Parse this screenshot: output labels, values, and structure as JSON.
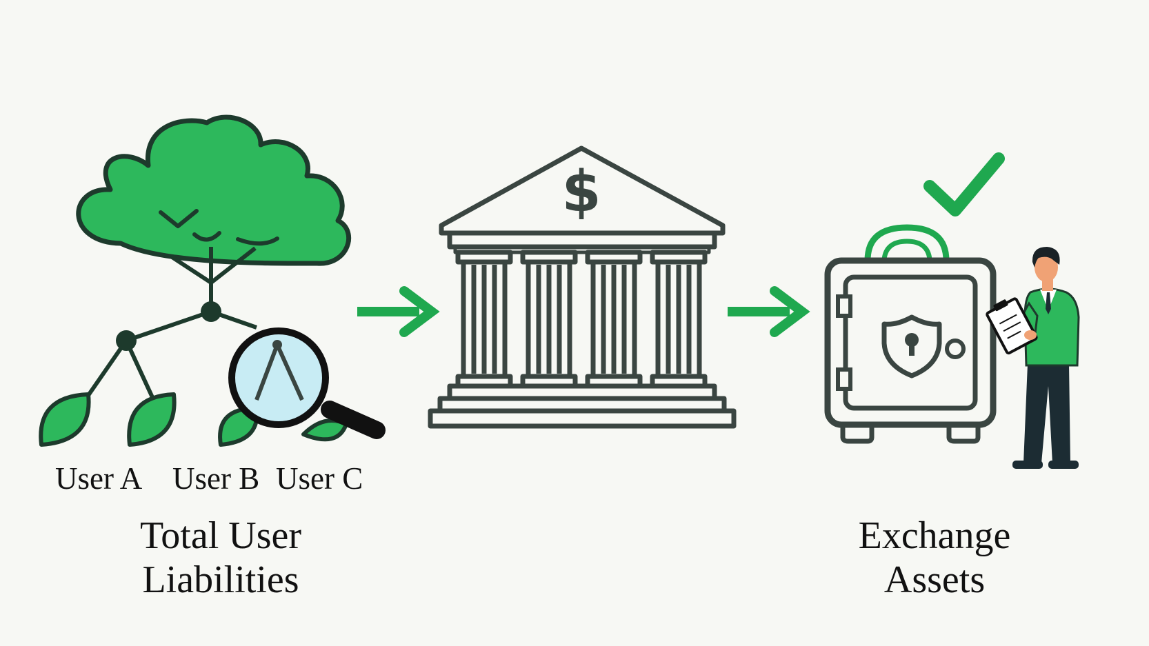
{
  "colors": {
    "background": "#f7f8f4",
    "green": "#1fa84f",
    "green_fill": "#2db85c",
    "stroke": "#3a4541",
    "dark": "#1d3a2c",
    "lens": "#c8ecf4",
    "skin": "#f0a275",
    "suit_pants": "#1c2c33",
    "hair": "#1a2226"
  },
  "icons": {
    "tree": "merkle-tree-icon",
    "magnifier": "magnifier-icon",
    "bank": "bank-building-icon",
    "vault": "safe-vault-icon",
    "auditor": "auditor-person-icon",
    "check": "checkmark-icon",
    "arrow": "arrow-right-icon"
  },
  "labels": {
    "users": [
      "User A",
      "User B",
      "User C"
    ],
    "liabilities": [
      "Total User",
      "Liabilities"
    ],
    "assets": [
      "Exchange",
      "Assets"
    ],
    "bank_symbol": "$"
  }
}
